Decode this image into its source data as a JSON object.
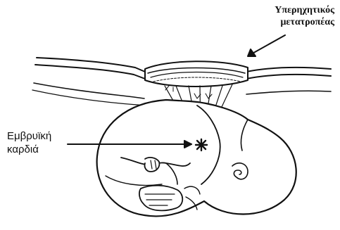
{
  "labels": {
    "transducer": {
      "line1": "Υπερηχητικός",
      "line2": "μετατροπέας"
    },
    "fetal_heart": {
      "line1": "Εμβρυϊκή",
      "line2": "καρδιά"
    }
  },
  "colors": {
    "ink": "#111111",
    "background": "#ffffff"
  }
}
